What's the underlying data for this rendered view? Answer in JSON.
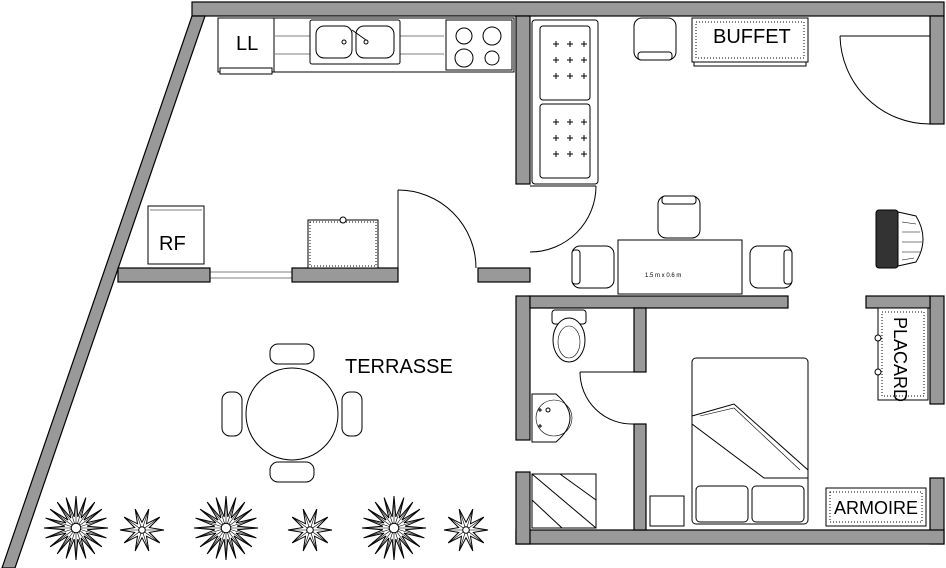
{
  "rooms": {
    "terrace": "TERRASSE",
    "buffet": "BUFFET",
    "closet": "PLACARD",
    "wardrobe": "ARMOIRE"
  },
  "appliances": {
    "washer": "LL",
    "fridge": "RF"
  },
  "table_size": "1.5 m x 0.6 m"
}
